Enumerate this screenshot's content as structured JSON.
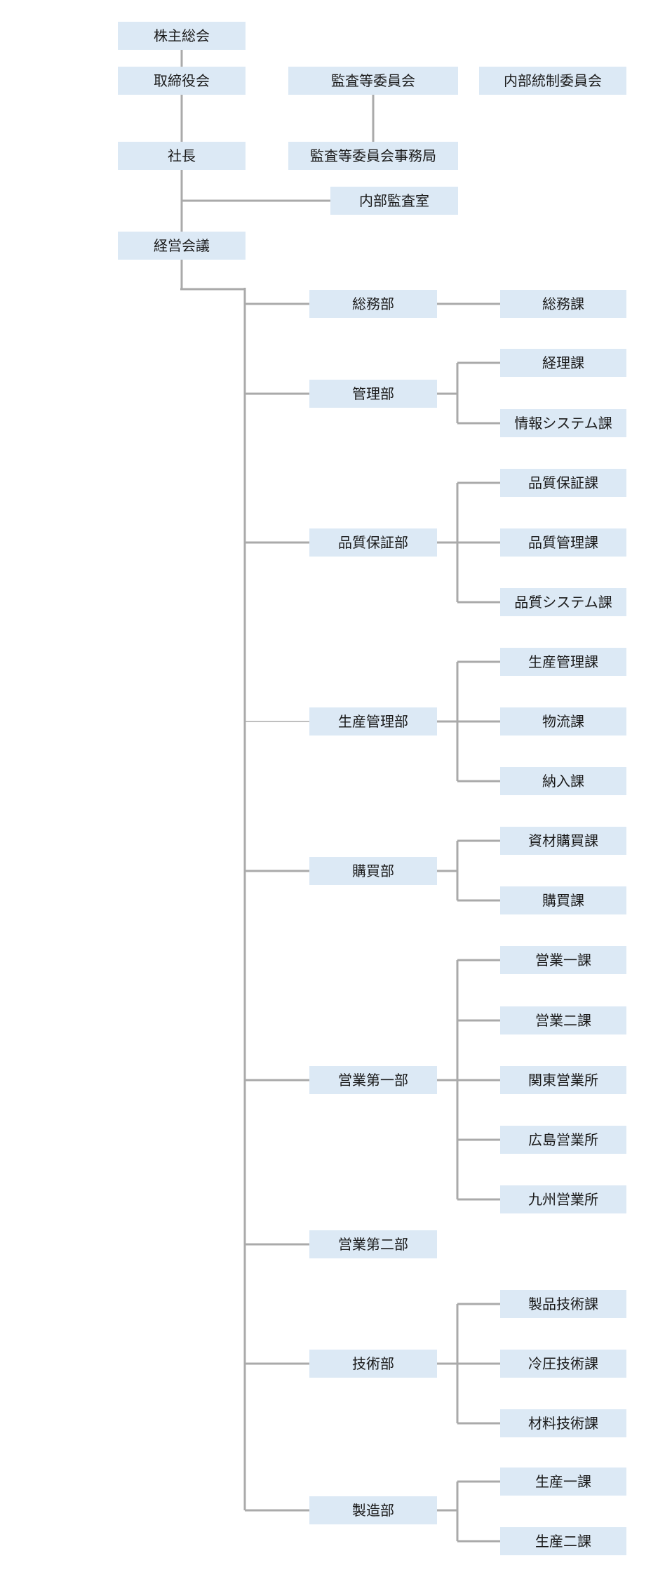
{
  "org": {
    "shareholders": "株主総会",
    "board": "取締役会",
    "audit_committee": "監査等委員会",
    "internal_control_committee": "内部統制委員会",
    "president": "社長",
    "audit_office": "監査等委員会事務局",
    "internal_audit": "内部監査室",
    "management_meeting": "経営会議",
    "departments": [
      {
        "name": "総務部",
        "sections": [
          "総務課"
        ]
      },
      {
        "name": "管理部",
        "sections": [
          "経理課",
          "情報システム課"
        ]
      },
      {
        "name": "品質保証部",
        "sections": [
          "品質保証課",
          "品質管理課",
          "品質システム課"
        ]
      },
      {
        "name": "生産管理部",
        "sections": [
          "生産管理課",
          "物流課",
          "納入課"
        ]
      },
      {
        "name": "購買部",
        "sections": [
          "資材購買課",
          "購買課"
        ]
      },
      {
        "name": "営業第一部",
        "sections": [
          "営業一課",
          "営業二課",
          "関東営業所",
          "広島営業所",
          "九州営業所"
        ]
      },
      {
        "name": "営業第二部",
        "sections": []
      },
      {
        "name": "技術部",
        "sections": [
          "製品技術課",
          "冷圧技術課",
          "材料技術課"
        ]
      },
      {
        "name": "製造部",
        "sections": [
          "生産一課",
          "生産二課"
        ]
      }
    ]
  }
}
